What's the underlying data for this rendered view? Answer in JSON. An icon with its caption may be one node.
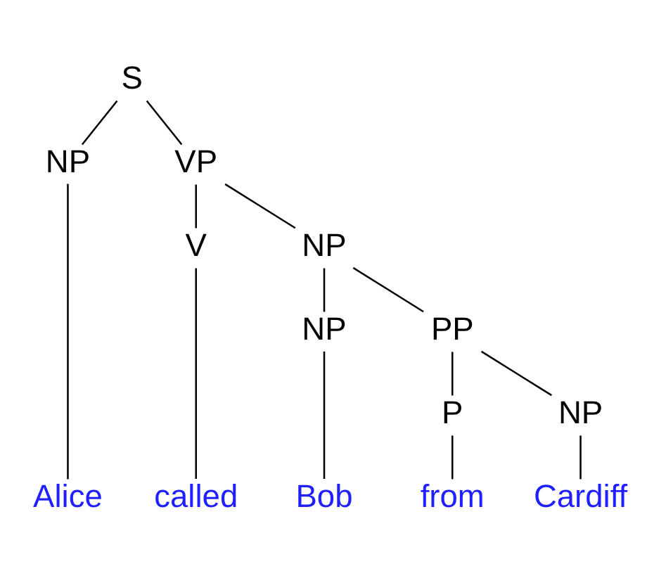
{
  "diagram": {
    "nodes": [
      {
        "text": [
          "S"
        ]
      },
      {
        "text": [
          "NP"
        ]
      },
      {
        "text": [
          "VP"
        ]
      },
      {
        "text": [
          "V"
        ]
      },
      {
        "text": [
          "NP"
        ]
      },
      {
        "text": [
          "NP"
        ]
      },
      {
        "text": [
          "PP"
        ]
      },
      {
        "text": [
          "P"
        ]
      },
      {
        "text": [
          "NP"
        ]
      },
      {
        "text": [
          "Alice"
        ]
      },
      {
        "text": [
          "called"
        ]
      },
      {
        "text": [
          "Bob"
        ]
      },
      {
        "text": [
          "from"
        ]
      },
      {
        "text": [
          "Cardiff"
        ]
      }
    ],
    "edges": [
      {
        "from": 0,
        "to": 1,
        "arrow": "none"
      },
      {
        "from": 0,
        "to": 2,
        "arrow": "none"
      },
      {
        "from": 1,
        "to": 9,
        "arrow": "none"
      },
      {
        "from": 2,
        "to": 3,
        "arrow": "none"
      },
      {
        "from": 2,
        "to": 4,
        "arrow": "none"
      },
      {
        "from": 3,
        "to": 10,
        "arrow": "none"
      },
      {
        "from": 4,
        "to": 5,
        "arrow": "none"
      },
      {
        "from": 4,
        "to": 6,
        "arrow": "none"
      },
      {
        "from": 5,
        "to": 11,
        "arrow": "none"
      },
      {
        "from": 6,
        "to": 7,
        "arrow": "none"
      },
      {
        "from": 6,
        "to": 8,
        "arrow": "none"
      },
      {
        "from": 7,
        "to": 12,
        "arrow": "none"
      },
      {
        "from": 8,
        "to": 13,
        "arrow": "none"
      }
    ]
  }
}
